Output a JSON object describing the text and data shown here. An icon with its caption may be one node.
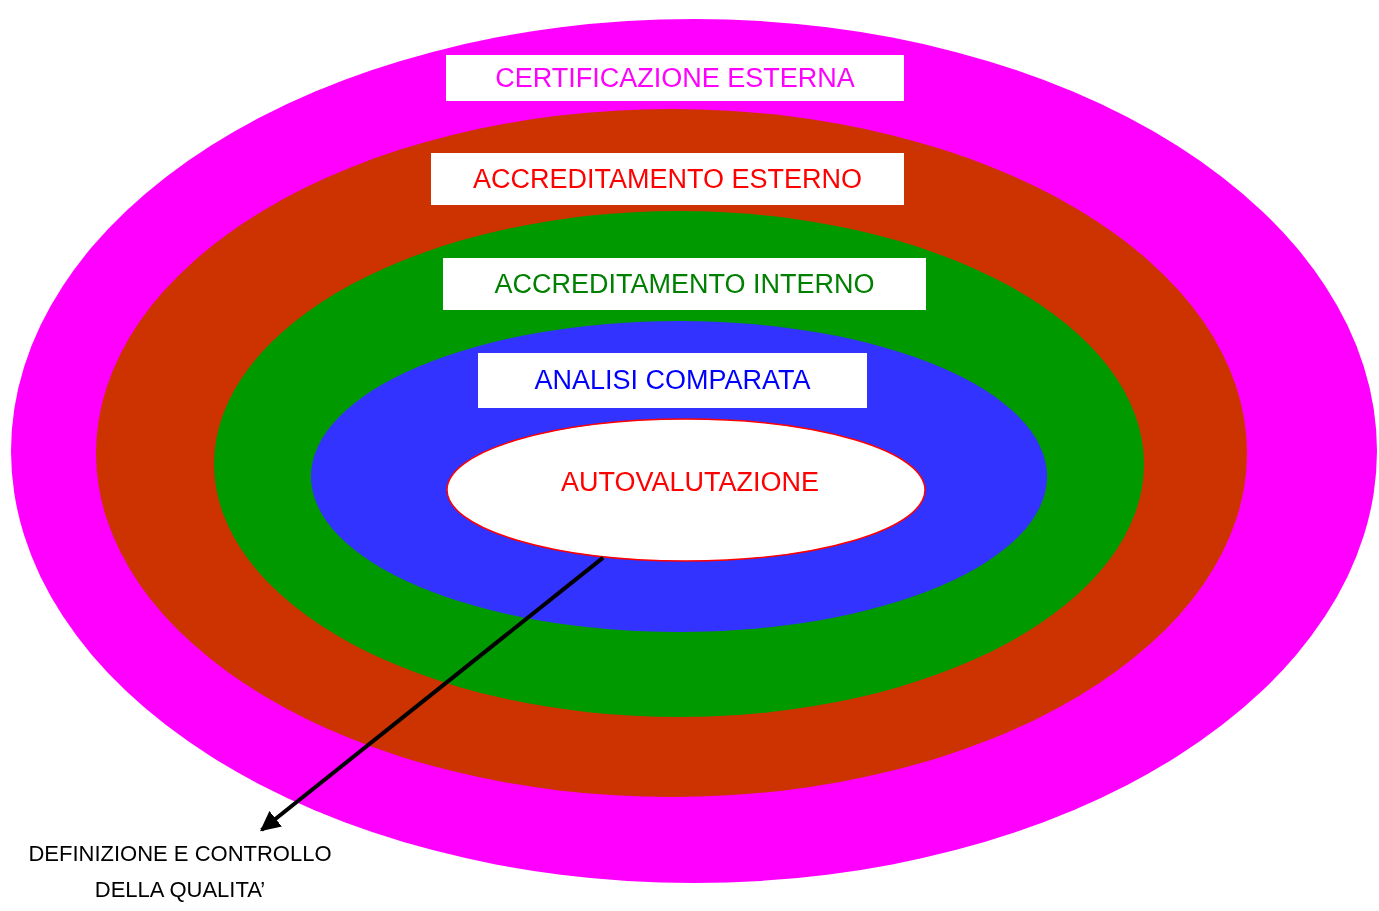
{
  "diagram": {
    "nodes": [
      {
        "text": [
          "CERTIFICAZIONE ESTERNA"
        ]
      },
      {
        "text": [
          "ACCREDITAMENTO ESTERNO"
        ],
        "in": 0
      },
      {
        "text": [
          "ACCREDITAMENTO INTERNO"
        ],
        "in": 1
      },
      {
        "text": [
          "ANALISI COMPARATA"
        ],
        "in": 2
      },
      {
        "text": [
          "AUTOVALUTAZIONE"
        ],
        "in": 3
      },
      {
        "text": [
          "DEFINIZIONE E CONTROLLO DELLA QUALITA’"
        ]
      }
    ],
    "edges": [
      {
        "from": 4,
        "to": 5,
        "arrow": "to"
      }
    ]
  }
}
